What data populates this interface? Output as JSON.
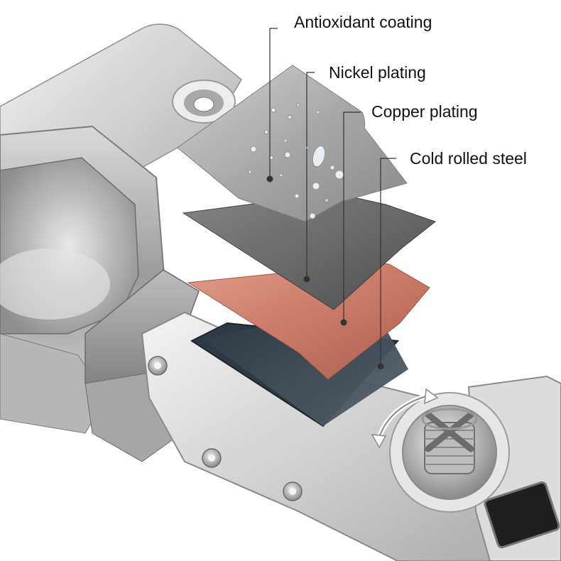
{
  "layers": [
    {
      "id": "antioxidant",
      "label": "Antioxidant coating",
      "color": "#9a9a9a"
    },
    {
      "id": "nickel",
      "label": "Nickel plating",
      "color": "#5f5f5f"
    },
    {
      "id": "copper",
      "label": "Copper plating",
      "color": "#c97a66"
    },
    {
      "id": "steel",
      "label": "Cold rolled steel",
      "color": "#3b4651"
    }
  ],
  "product": {
    "subject": "cabinet-hinge",
    "metal_color": "#c9c9c9",
    "adjust_arrow_icon": "rotate-arrow-icon"
  }
}
